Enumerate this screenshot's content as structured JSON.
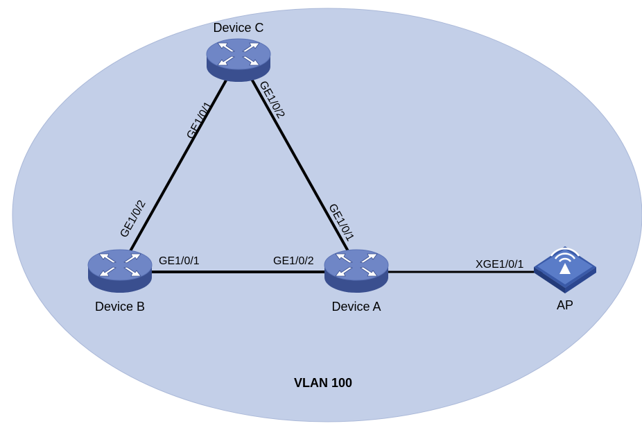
{
  "colors": {
    "vlan_fill": "#c3cfe8",
    "vlan_stroke": "#aab8d8",
    "link": "#000000",
    "device_top": "#6f86c6",
    "device_side": "#3a4f8f",
    "device_arrows": "#ffffff"
  },
  "vlan": {
    "label": "VLAN 100"
  },
  "devices": {
    "device_c": {
      "label": "Device C",
      "icon": "switch-icon"
    },
    "device_b": {
      "label": "Device B",
      "icon": "switch-icon"
    },
    "device_a": {
      "label": "Device A",
      "icon": "switch-icon"
    },
    "ap": {
      "label": "AP",
      "icon": "wireless-ap-icon"
    }
  },
  "links": {
    "c_b": {
      "port_c": "GE1/0/1",
      "port_b": "GE1/0/2"
    },
    "c_a": {
      "port_c": "GE1/0/2",
      "port_a": "GE1/0/1"
    },
    "b_a": {
      "port_b": "GE1/0/1",
      "port_a": "GE1/0/2"
    },
    "a_ap": {
      "port_ap": "XGE1/0/1"
    }
  }
}
